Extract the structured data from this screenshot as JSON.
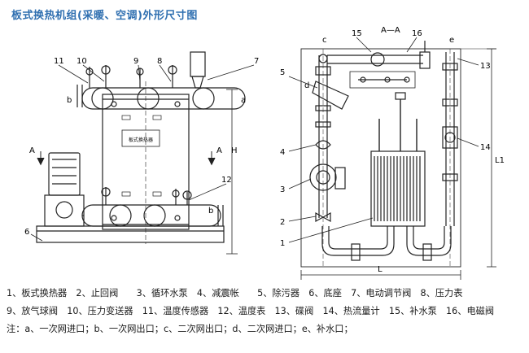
{
  "title": "板式换热机组(采暖、空调)外形尺寸图",
  "front_view": {
    "callouts": [
      "11",
      "10",
      "9",
      "8",
      "7",
      "12",
      "6"
    ],
    "port_labels": [
      "b",
      "a",
      "b"
    ],
    "section_marks": [
      "A",
      "A"
    ],
    "height_label": "H",
    "unit_label": "板式换热器"
  },
  "side_view": {
    "section_title": "A—A",
    "callouts": [
      "15",
      "16",
      "5",
      "4",
      "3",
      "2",
      "1",
      "13",
      "14"
    ],
    "port_labels": [
      "c",
      "e",
      "d"
    ],
    "length_label": "L",
    "height_label": "L1"
  },
  "legend": {
    "line1": "1、板式换热器　2、止回阀　　3、循环水泵　4、减震帐　　5、除污器　6、底座　7、电动调节阀　8、压力表",
    "line2": "9、放气球阀　10、压力变送器　11、温度传感器　12、温度表　13、碟阀　14、热流量计　15、补水泵　16、电磁阀",
    "line3": "注：a、一次网进口；b、一次网出口；c、二次网出口；d、二次网进口；e、补水口；"
  }
}
